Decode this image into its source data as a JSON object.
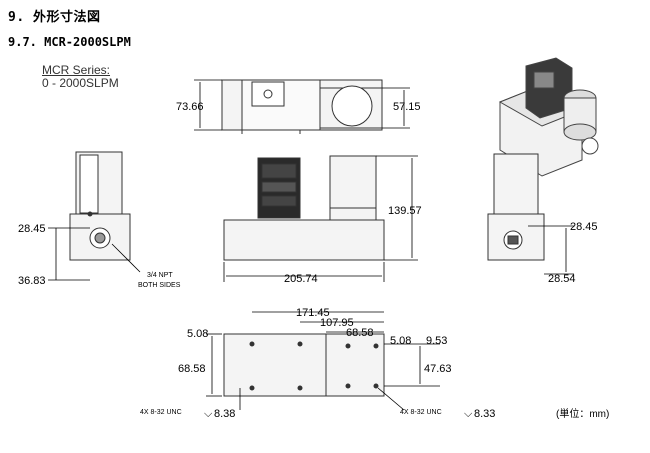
{
  "headings": {
    "section": "9. 外形寸法図",
    "subsection": "9.7. MCR-2000SLPM"
  },
  "series": {
    "title": "MCR Series:",
    "range": "0 - 2000SLPM"
  },
  "dimensions": {
    "top_height": "73.66",
    "top_block": "57.15",
    "front_height": "139.57",
    "front_width": "205.74",
    "left_mount": "28.45",
    "left_port": "36.83",
    "right_mount": "28.45",
    "right_port": "28.54",
    "bottom_171": "171.45",
    "bottom_107": "107.95",
    "bottom_68w": "68.58",
    "bottom_508a": "5.08",
    "bottom_508b": "5.08",
    "bottom_953": "9.53",
    "bottom_6858h": "68.58",
    "bottom_4763": "47.63"
  },
  "notes": {
    "port": "3/4 NPT",
    "port_sides": "BOTH SIDES",
    "thread_left": "4X 8-32 UNC",
    "depth_left": "8.38",
    "thread_right": "4X 8-32 UNC",
    "depth_right": "8.33",
    "units": "(単位：mm)"
  },
  "colors": {
    "outline": "#333333",
    "body_fill": "#f4f4f4",
    "dark": "#2a2a2a"
  }
}
